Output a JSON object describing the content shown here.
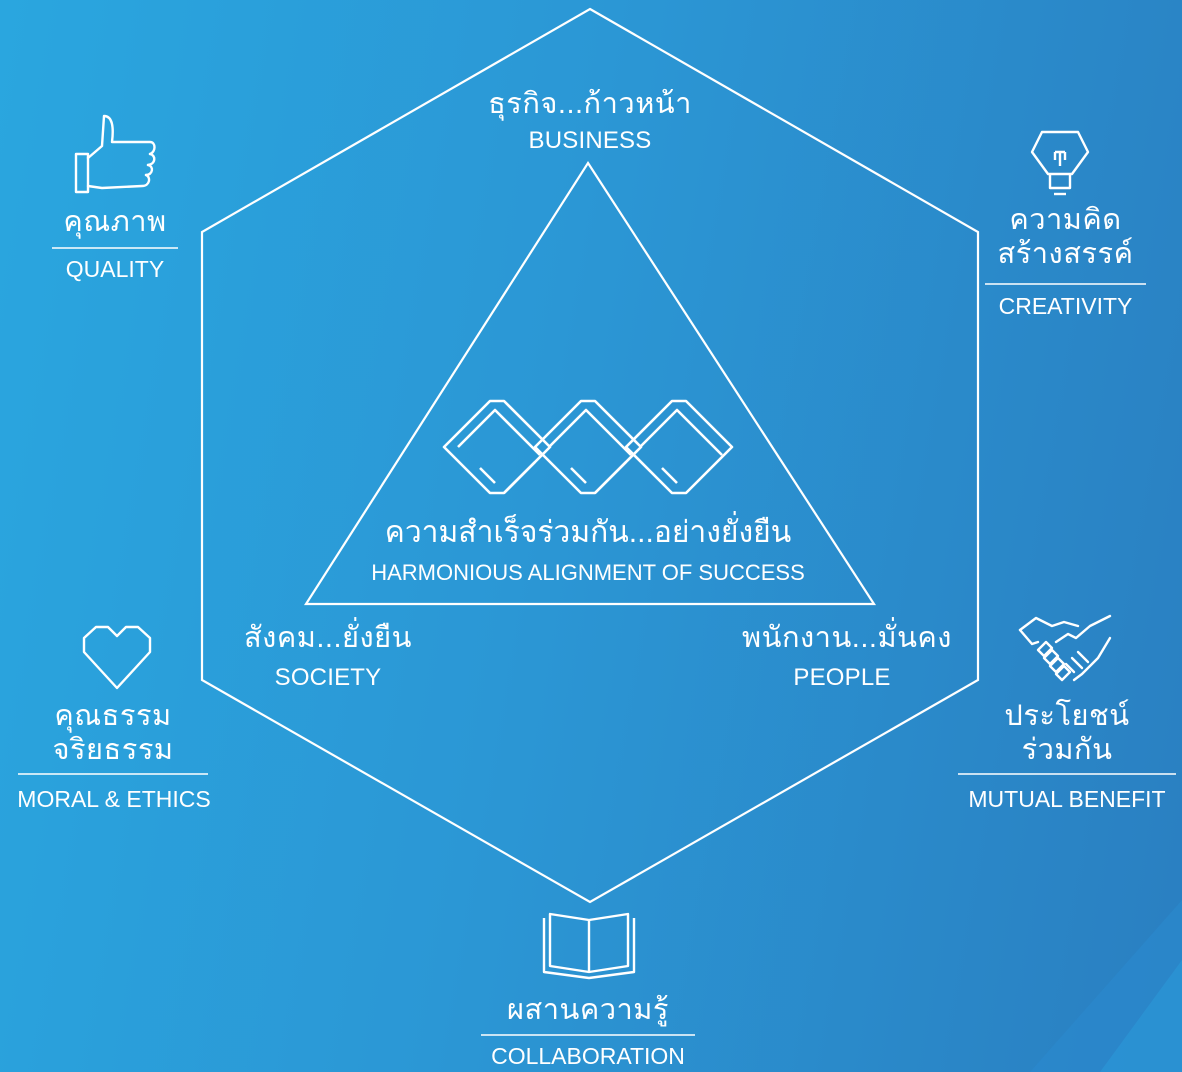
{
  "diagram": {
    "top": {
      "thai": "ธุรกิจ...ก้าวหน้า",
      "english": "BUSINESS"
    },
    "bottom_left": {
      "thai": "สังคม...ยั่งยืน",
      "english": "SOCIETY"
    },
    "bottom_right": {
      "thai": "พนักงาน...มั่นคง",
      "english": "PEOPLE"
    },
    "center": {
      "thai": "ความสำเร็จร่วมกัน...อย่างยั่งยืน",
      "english": "HARMONIOUS ALIGNMENT OF SUCCESS"
    }
  },
  "values": [
    {
      "id": "quality",
      "thai_lines": [
        "คุณภาพ"
      ],
      "english": "QUALITY",
      "icon": "thumbs-up-icon"
    },
    {
      "id": "creativity",
      "thai_lines": [
        "ความคิด",
        "สร้างสรรค์"
      ],
      "english": "CREATIVITY",
      "icon": "lightbulb-icon"
    },
    {
      "id": "moral",
      "thai_lines": [
        "คุณธรรม",
        "จริยธรรม"
      ],
      "english": "MORAL & ETHICS",
      "icon": "heart-icon"
    },
    {
      "id": "mutual",
      "thai_lines": [
        "ประโยชน์",
        "ร่วมกัน"
      ],
      "english": "MUTUAL BENEFIT",
      "icon": "handshake-icon"
    },
    {
      "id": "collaboration",
      "thai_lines": [
        "ผสานความรู้"
      ],
      "english": "COLLABORATION",
      "icon": "book-icon"
    }
  ],
  "colors": {
    "background_start": "#2aa6df",
    "background_end": "#2a7fc1",
    "line": "#ffffff"
  }
}
